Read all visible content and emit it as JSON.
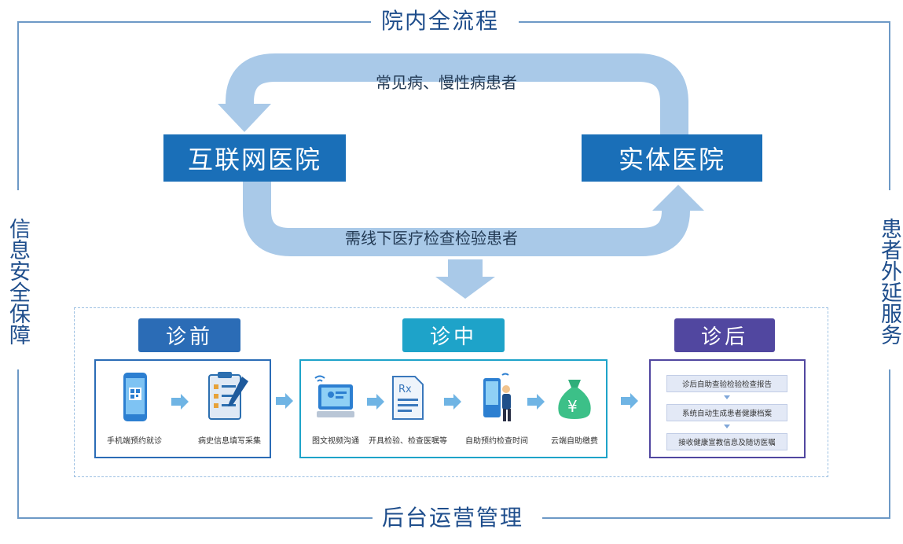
{
  "frame": {
    "top_title": "院内全流程",
    "bottom_title": "后台运营管理",
    "left_title": "信息安全保障",
    "right_title": "患者外延服务"
  },
  "loop": {
    "left_box": "互联网医院",
    "right_box": "实体医院",
    "top_label": "常见病、慢性病患者",
    "bottom_label": "需线下医疗检查检验患者"
  },
  "phases": {
    "pre": {
      "tab": "诊前",
      "steps": [
        "手机端预约就诊",
        "病史信息填写采集"
      ]
    },
    "mid": {
      "tab": "诊中",
      "steps": [
        "图文视频沟通",
        "开具检验、检查医嘱等",
        "自助预约检查时间",
        "云端自助缴费"
      ]
    },
    "post": {
      "tab": "诊后",
      "items": [
        "诊后自助查验检验检查报告",
        "系统自动生成患者健康档案",
        "接收健康宣教信息及随访医嘱"
      ]
    }
  },
  "colors": {
    "frame_line": "#6d99c6",
    "loop_arrow": "#a9c9e8",
    "hospital_box": "#1a6fb8",
    "pre_tab": "#2b6cb6",
    "mid_tab": "#1ea3c9",
    "post_tab": "#5147a0"
  },
  "icons": {
    "pre": [
      "phone-qr-icon",
      "clipboard-pen-icon"
    ],
    "mid": [
      "video-monitor-icon",
      "prescription-rx-icon",
      "kiosk-person-icon",
      "money-bag-icon"
    ]
  }
}
